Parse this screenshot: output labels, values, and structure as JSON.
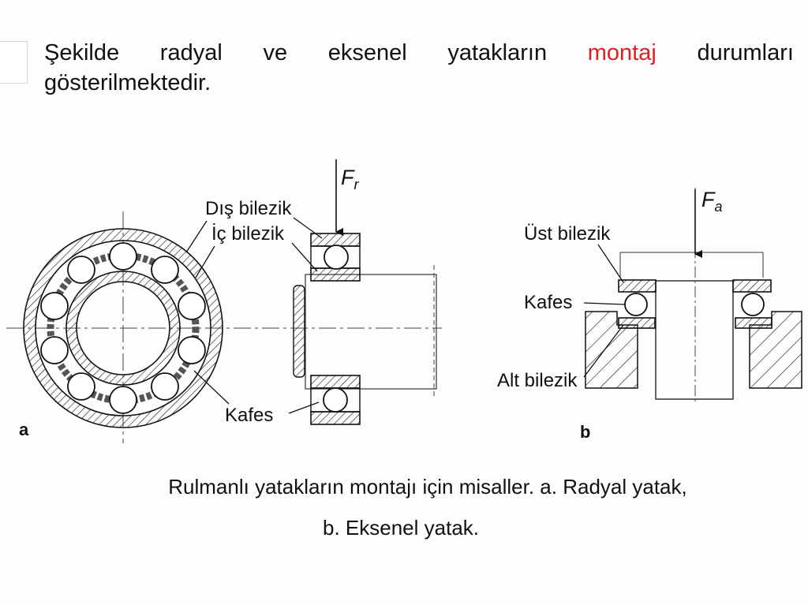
{
  "intro": {
    "words_line1": [
      "Şekilde",
      "radyal",
      "ve",
      "eksenel",
      "yatakların"
    ],
    "highlight": "montaj",
    "after_highlight": "durumları",
    "line2": "gösterilmektedir.",
    "highlight_color": "#e02020"
  },
  "figure_a": {
    "label": "a",
    "force_symbol": "F",
    "force_subscript": "r",
    "labels": {
      "dis_bilezik": "Dış bilezik",
      "ic_bilezik": "İç bilezik",
      "kafes": "Kafes"
    }
  },
  "figure_b": {
    "label": "b",
    "force_symbol": "F",
    "force_subscript": "a",
    "labels": {
      "ust_bilezik": "Üst bilezik",
      "kafes": "Kafes",
      "alt_bilezik": "Alt bilezik"
    }
  },
  "caption": {
    "line1": "Rulmanlı yatakların montajı için misaller. a. Radyal yatak,",
    "line2": "b. Eksenel yatak."
  }
}
